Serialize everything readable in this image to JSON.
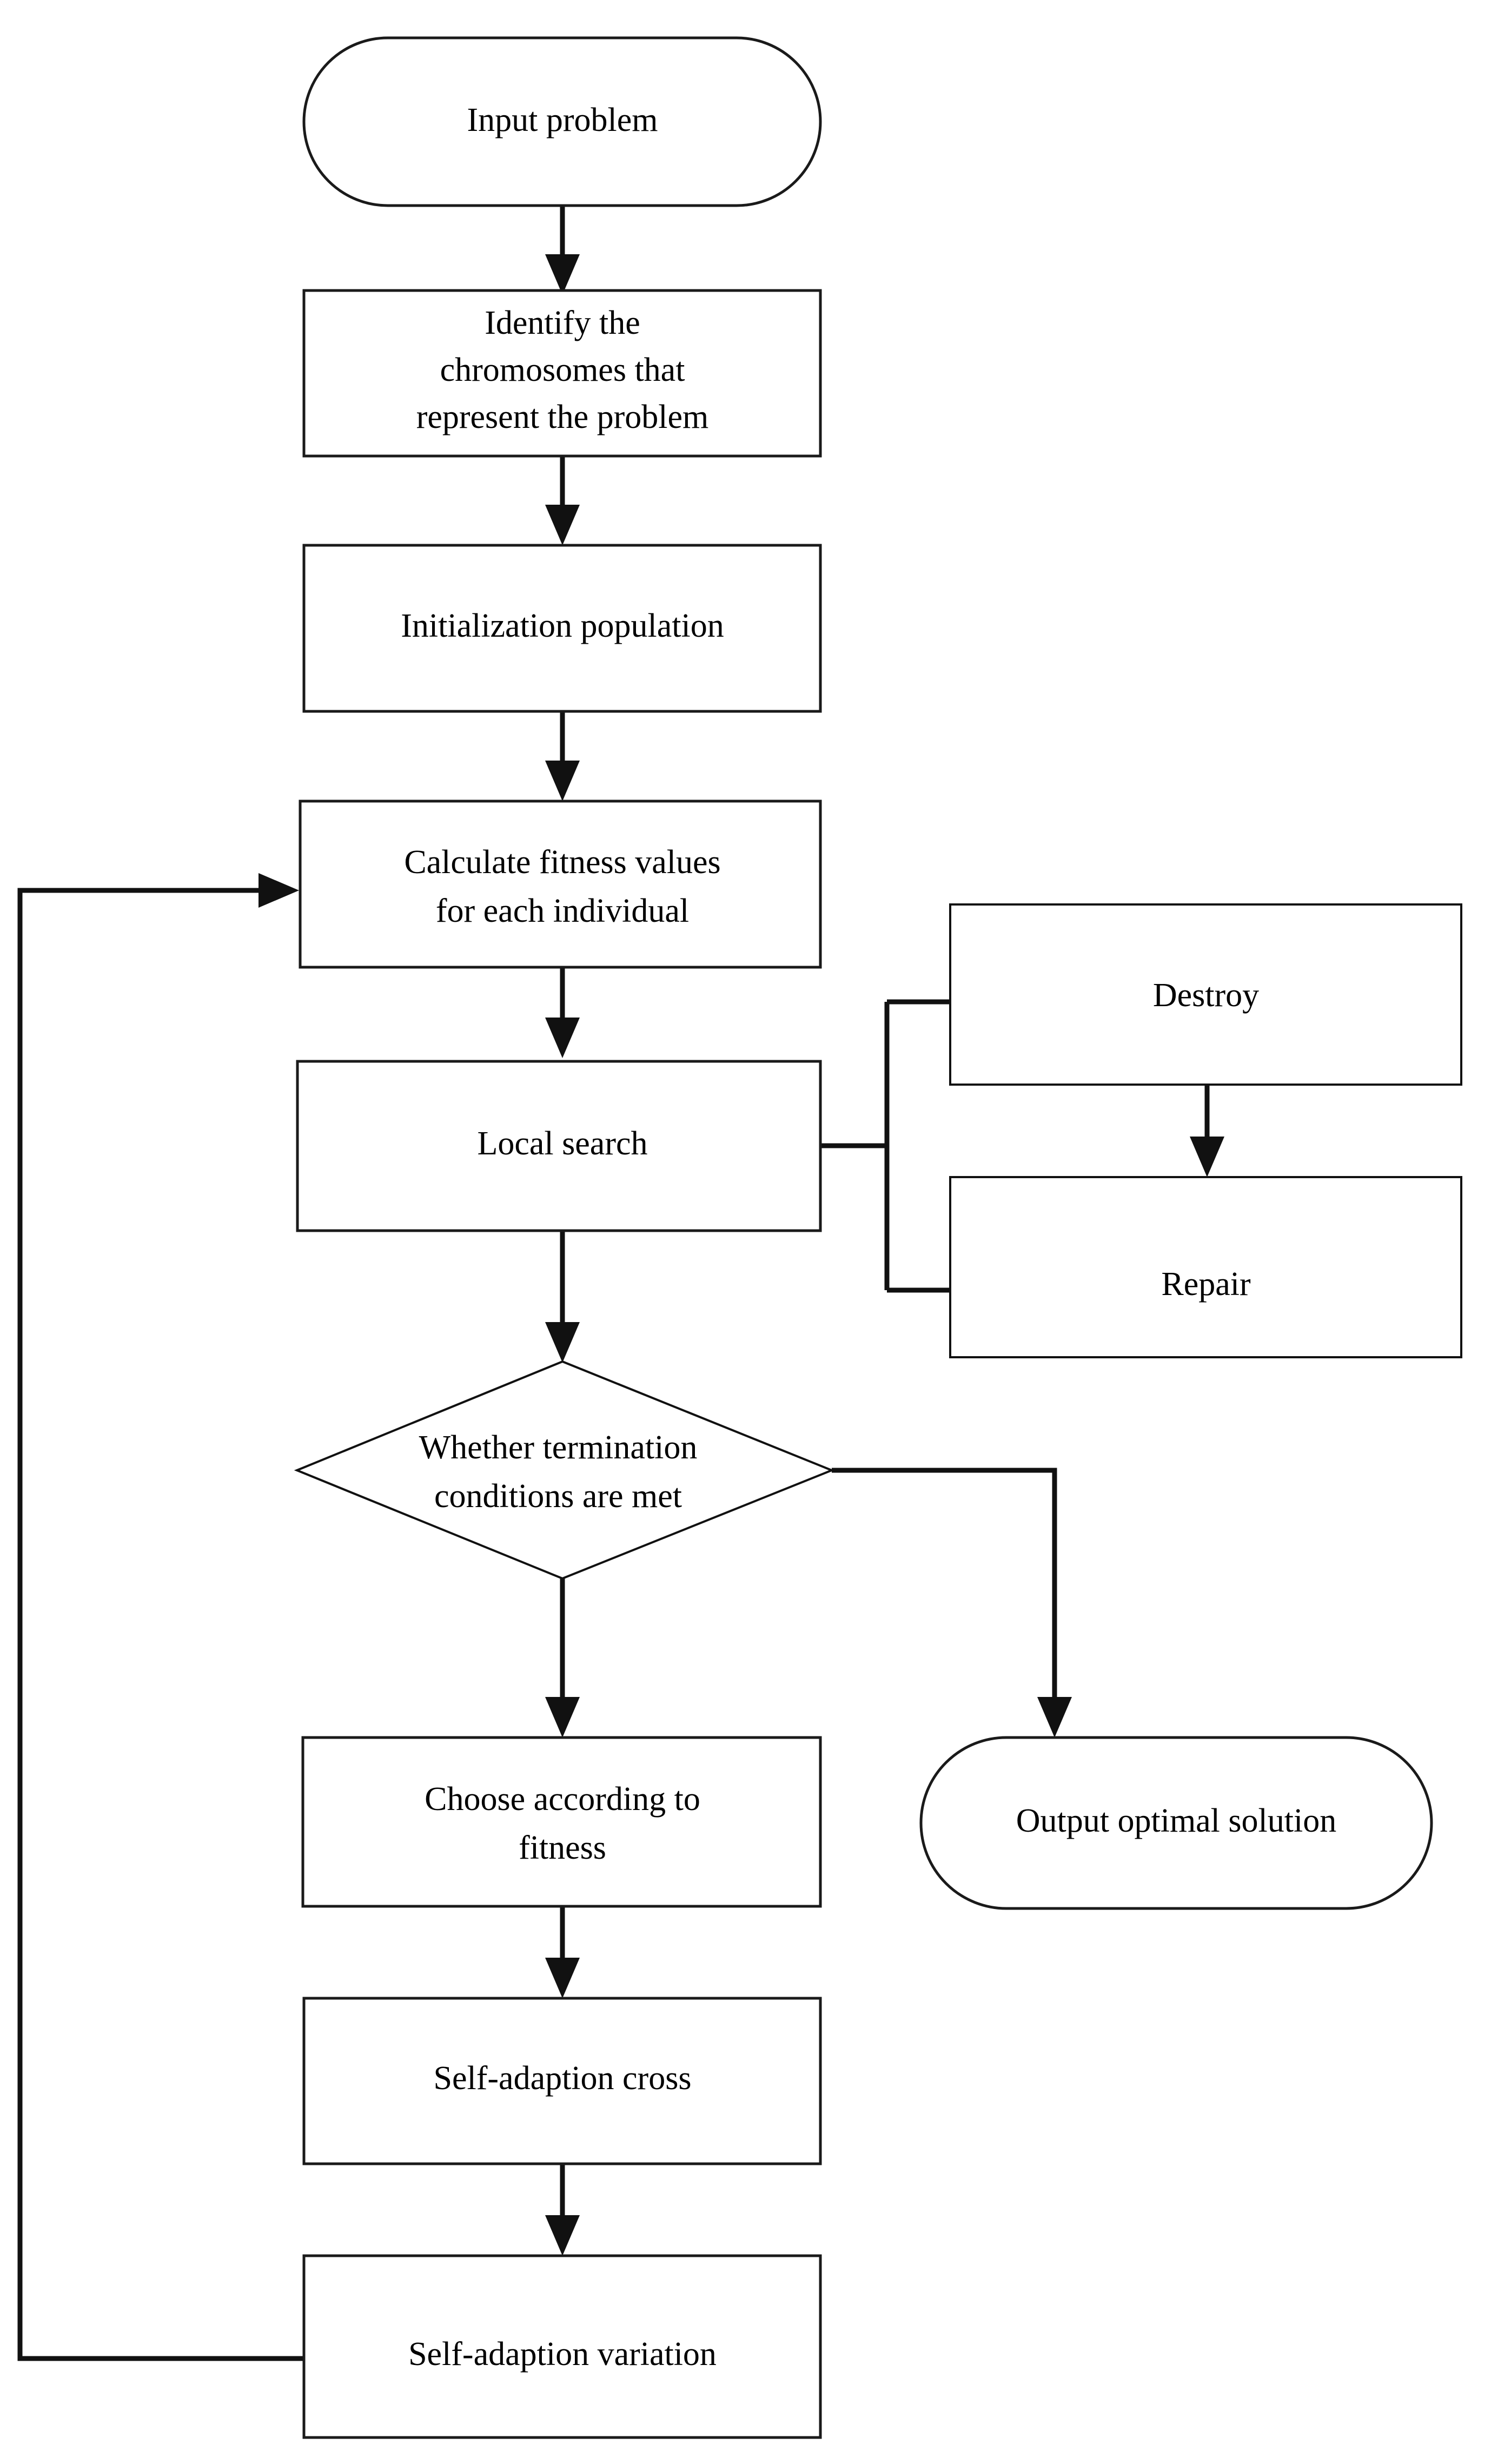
{
  "diagram": {
    "title": "Genetic algorithm with local search flowchart",
    "type": "flowchart",
    "colors": {
      "background": "#ffffff",
      "stroke": "#111111",
      "node_fill": "#ffffff",
      "text": "#000000"
    },
    "nodes": [
      {
        "id": "input-problem",
        "shape": "stadium",
        "label": "Input problem",
        "lines": [
          "Input problem"
        ]
      },
      {
        "id": "identify-chromosomes",
        "shape": "rectangle",
        "label": "Identify the chromosomes that represent the problem",
        "lines": [
          "Identify the",
          "chromosomes that",
          "represent the problem"
        ]
      },
      {
        "id": "initialization-population",
        "shape": "rectangle",
        "label": "Initialization population",
        "lines": [
          "Initialization population"
        ]
      },
      {
        "id": "calculate-fitness",
        "shape": "rectangle",
        "label": "Calculate fitness values for each individual",
        "lines": [
          "Calculate fitness values",
          "for each individual"
        ]
      },
      {
        "id": "local-search",
        "shape": "rectangle",
        "label": "Local search",
        "lines": [
          "Local search"
        ]
      },
      {
        "id": "destroy",
        "shape": "rectangle",
        "label": "Destroy",
        "lines": [
          "Destroy"
        ]
      },
      {
        "id": "repair",
        "shape": "rectangle",
        "label": "Repair",
        "lines": [
          "Repair"
        ]
      },
      {
        "id": "termination-decision",
        "shape": "diamond",
        "label": "Whether termination conditions are met",
        "lines": [
          "Whether termination",
          "conditions are met"
        ]
      },
      {
        "id": "choose-fitness",
        "shape": "rectangle",
        "label": "Choose according to fitness",
        "lines": [
          "Choose according to",
          "fitness"
        ]
      },
      {
        "id": "output-solution",
        "shape": "stadium",
        "label": "Output optimal solution",
        "lines": [
          "Output optimal solution"
        ]
      },
      {
        "id": "self-adaption-cross",
        "shape": "rectangle",
        "label": "Self-adaption cross",
        "lines": [
          "Self-adaption cross"
        ]
      },
      {
        "id": "self-adaption-variation",
        "shape": "rectangle",
        "label": "Self-adaption variation",
        "lines": [
          "Self-adaption variation"
        ]
      }
    ],
    "edges": [
      {
        "from": "input-problem",
        "to": "identify-chromosomes",
        "arrow": true,
        "label": ""
      },
      {
        "from": "identify-chromosomes",
        "to": "initialization-population",
        "arrow": true,
        "label": ""
      },
      {
        "from": "initialization-population",
        "to": "calculate-fitness",
        "arrow": true,
        "label": ""
      },
      {
        "from": "calculate-fitness",
        "to": "local-search",
        "arrow": true,
        "label": ""
      },
      {
        "from": "local-search",
        "to": "destroy",
        "arrow": false,
        "label": ""
      },
      {
        "from": "local-search",
        "to": "repair",
        "arrow": false,
        "label": ""
      },
      {
        "from": "destroy",
        "to": "repair",
        "arrow": true,
        "label": ""
      },
      {
        "from": "local-search",
        "to": "termination-decision",
        "arrow": true,
        "label": ""
      },
      {
        "from": "termination-decision",
        "to": "choose-fitness",
        "arrow": true,
        "label": ""
      },
      {
        "from": "termination-decision",
        "to": "output-solution",
        "arrow": true,
        "label": ""
      },
      {
        "from": "choose-fitness",
        "to": "self-adaption-cross",
        "arrow": true,
        "label": ""
      },
      {
        "from": "self-adaption-cross",
        "to": "self-adaption-variation",
        "arrow": true,
        "label": ""
      },
      {
        "from": "self-adaption-variation",
        "to": "calculate-fitness",
        "arrow": true,
        "label": ""
      }
    ]
  }
}
